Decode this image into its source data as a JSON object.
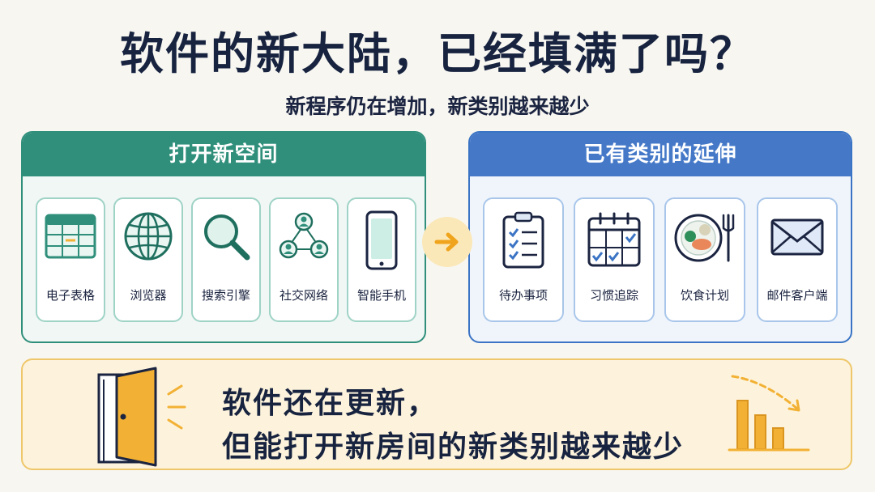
{
  "title": "软件的新大陆，已经填满了吗？",
  "subtitle": "新程序仍在增加，新类别越来越少",
  "left_panel": {
    "header": "打开新空间",
    "items": [
      {
        "label": "电子表格",
        "icon": "spreadsheet-icon"
      },
      {
        "label": "浏览器",
        "icon": "globe-icon"
      },
      {
        "label": "搜索引擎",
        "icon": "magnifier-icon"
      },
      {
        "label": "社交网络",
        "icon": "social-network-icon"
      },
      {
        "label": "智能手机",
        "icon": "smartphone-icon"
      }
    ]
  },
  "arrow_icon": "arrow-right-icon",
  "right_panel": {
    "header": "已有类别的延伸",
    "items": [
      {
        "label": "待办事项",
        "icon": "checklist-icon"
      },
      {
        "label": "习惯追踪",
        "icon": "calendar-check-icon"
      },
      {
        "label": "饮食计划",
        "icon": "meal-plate-icon"
      },
      {
        "label": "邮件客户端",
        "icon": "envelope-icon"
      }
    ]
  },
  "bottom": {
    "line1": "软件还在更新，",
    "line2": "但能打开新房间的新类别越来越少",
    "left_icon": "open-door-icon",
    "right_icon": "declining-bar-chart-icon"
  },
  "colors": {
    "teal": "#2f8f7b",
    "blue": "#4579c8",
    "orange": "#f2b134",
    "navy": "#17233f"
  }
}
